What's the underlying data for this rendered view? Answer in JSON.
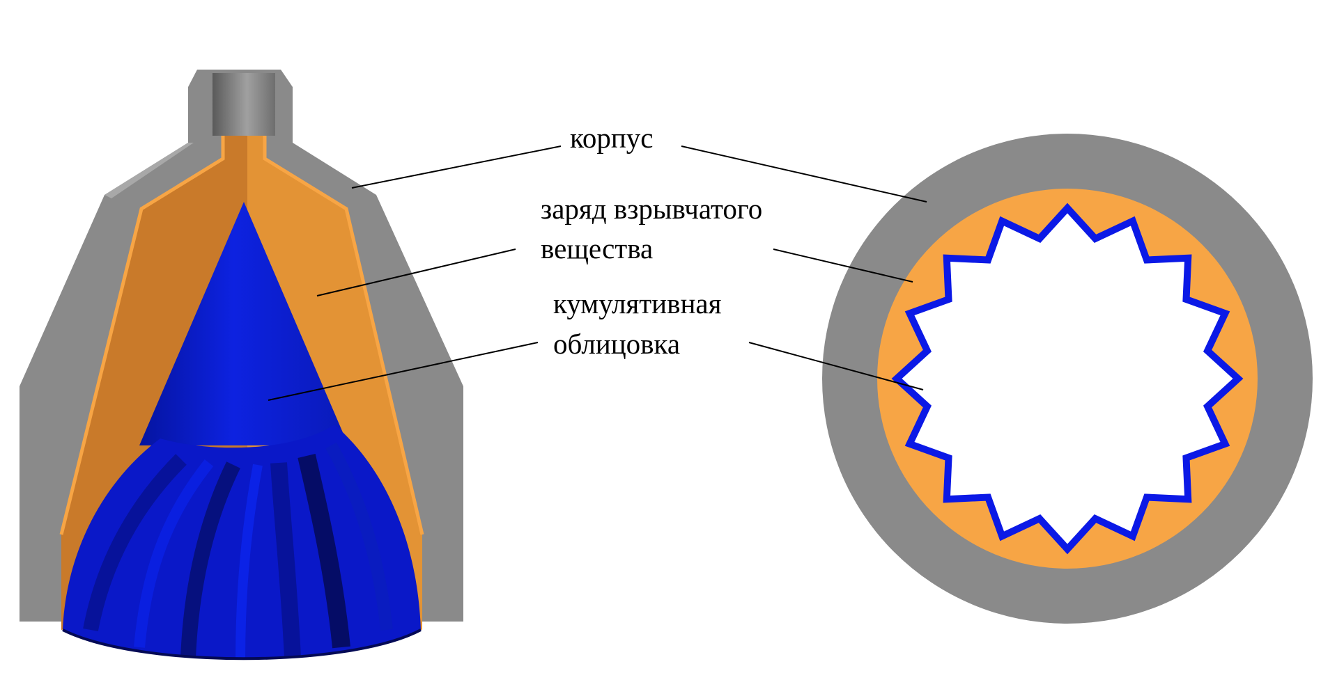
{
  "labels": {
    "body": "корпус",
    "charge_line1": "заряд взрывчатого",
    "charge_line2": "вещества",
    "liner_line1": "кумулятивная",
    "liner_line2": "облицовка"
  },
  "colors": {
    "body": "#8a8a8a",
    "body_light": "#a8a8a8",
    "charge": "#e39335",
    "charge_dark": "#c97a2a",
    "charge_section": "#f7a545",
    "liner": "#0a18c8",
    "liner_outline": "#0b19e6",
    "leader": "#000000",
    "background": "#ffffff"
  },
  "section_view": {
    "liner_points": 16
  }
}
